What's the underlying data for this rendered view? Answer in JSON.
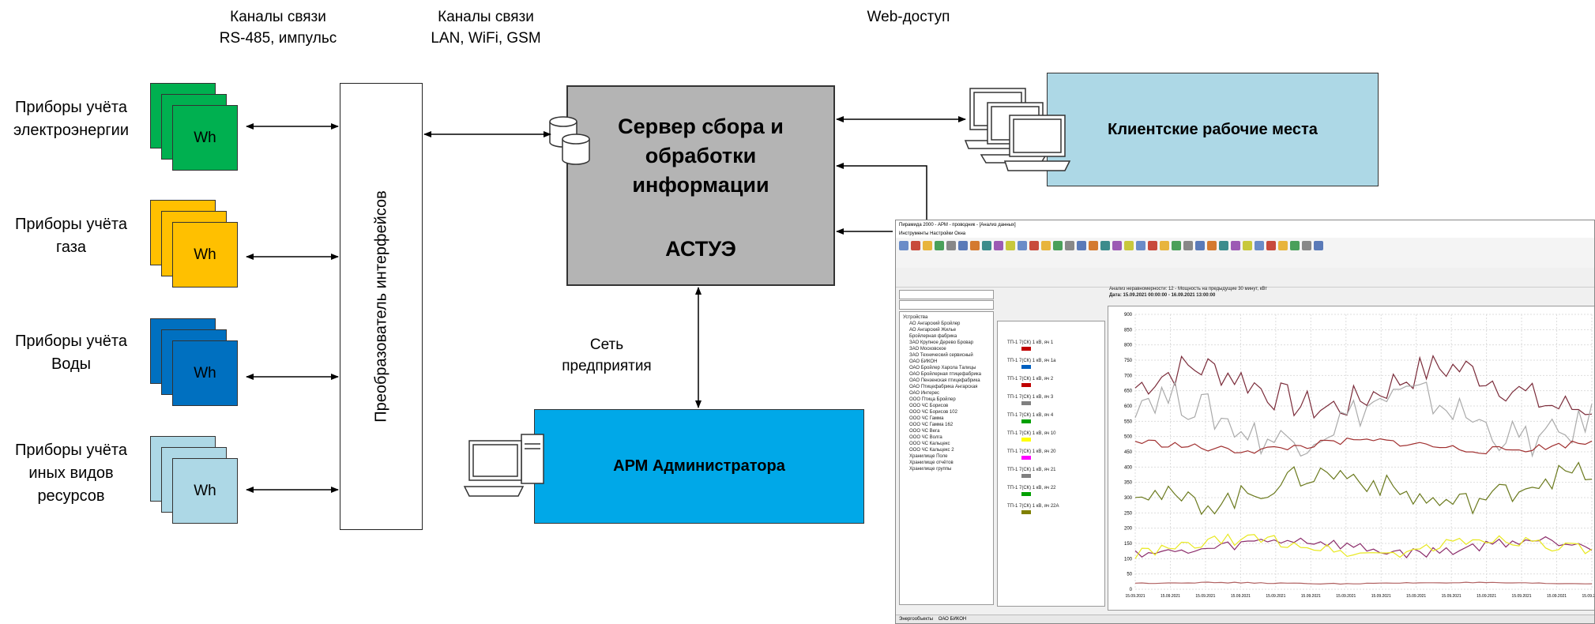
{
  "captions": {
    "channels_rs485": "Каналы связи\nRS-485, импульс",
    "channels_lan": "Каналы связи\nLAN, WiFi, GSM",
    "web_access": "Web-доступ",
    "enterprise_network": "Сеть\nпредприятия"
  },
  "devices": [
    {
      "label": "Приборы учёта\nэлектроэнергии",
      "color": "#00b050",
      "meter": "Wh"
    },
    {
      "label": "Приборы учёта\nгаза",
      "color": "#ffc000",
      "meter": "Wh"
    },
    {
      "label": "Приборы учёта\nВоды",
      "color": "#0070c0",
      "meter": "Wh"
    },
    {
      "label": "Приборы учёта\nиных видов\nресурсов",
      "color": "#add8e6",
      "meter": "Wh"
    }
  ],
  "converter": {
    "label": "Преобразователь интерфейсов"
  },
  "server": {
    "title": "Сервер сбора и\nобработки\nинформации",
    "subtitle": "АСТУЭ",
    "color": "#b4b4b4"
  },
  "client": {
    "label": "Клиентские рабочие места",
    "color": "#add8e6"
  },
  "admin": {
    "label": "АРМ Администратора",
    "color": "#00a8e8"
  },
  "screenshot": {
    "title": "Пирамида 2000 - АРМ - проводник - [Анализ данных]",
    "menu": "Инструменты   Настройки   Окна",
    "status_left": "Энергообъекты",
    "status_mid": "ОАО БИКОН",
    "chart_title": "Анализ неравномерности: 12 - Мощность на предыдущие 30 минут, кВт",
    "chart_dates": "Дата: 15.09.2021 00:00:00 - 16.09.2021 13:00:00",
    "y_ticks": [
      "900",
      "850",
      "800",
      "750",
      "700",
      "650",
      "600",
      "550",
      "500",
      "450",
      "400",
      "350",
      "300",
      "250",
      "200",
      "150",
      "100",
      "50",
      "0"
    ],
    "x_tick": "15.09.2021",
    "tree_items": [
      "Устройства",
      "АО Ангарский Бройлер",
      "АО Ангарский Жилье",
      "Бройлерная фабрика",
      "ЗАО Крупное Дерево Бровар",
      "ЗАО Московское",
      "ЗАО Технический сервисный",
      "ОАО БИКОН",
      "ОАО Бройлер Харола Талицы",
      "ОАО Бройлерная птицефабрика",
      "ОАО Пензенская птицефабрика",
      "ОАО Птицефабрика Ангарская",
      "ОАО Интерес",
      "ООО Птица Бройлер",
      "ООО ЧС Борисов",
      "ООО ЧС Борисов 102",
      "ООО ЧС Гамма",
      "ООО ЧС Гамма 162",
      "ООО ЧС Вега",
      "ООО ЧС Волга",
      "ООО ЧС Кальцекс",
      "ООО ЧС Кальцекс 2",
      "Хранилище Поле",
      "Хранилище отчётов",
      "Хранилище группы"
    ],
    "dev_items": [
      "ТП-1 7(СК) 1 кВ, яч 1",
      "ТП-1 7(СК) 1 кВ, яч 1а",
      "ТП-1 7(СК) 1 кВ, яч 2",
      "ТП-1 7(СК) 1 кВ, яч 3",
      "ТП-1 7(СК) 1 кВ, яч 4",
      "ТП-1 7(СК) 1 кВ, яч 10",
      "ТП-1 7(СК) 1 кВ, яч 20",
      "ТП-1 7(СК) 1 кВ, яч 21",
      "ТП-1 7(СК) 1 кВ, яч 22",
      "ТП-1 7(СК) 1 кВ, яч 22А"
    ]
  }
}
